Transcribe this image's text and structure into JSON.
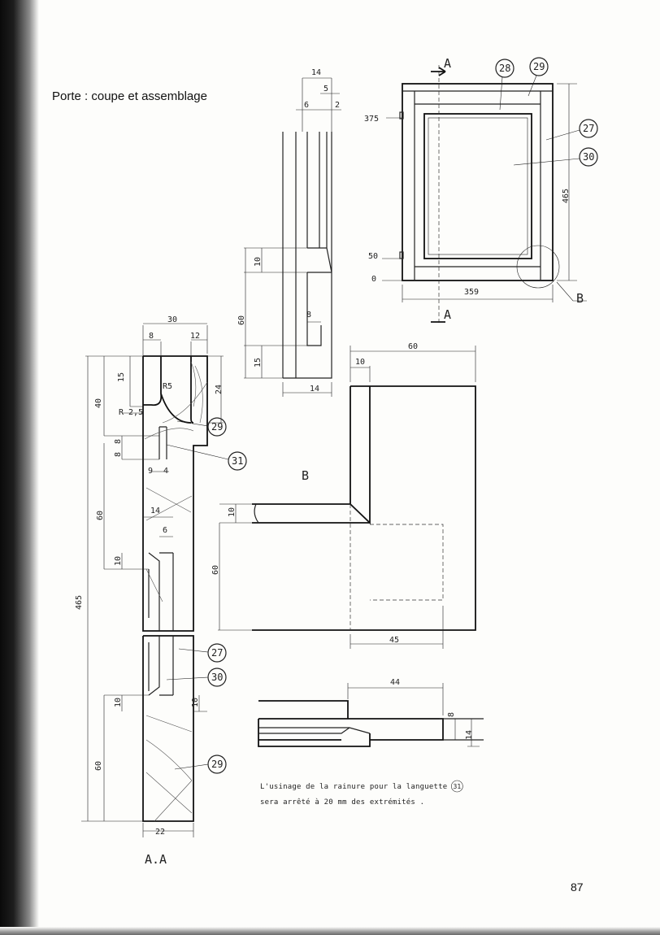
{
  "page": {
    "title": "Porte : coupe et assemblage",
    "page_number": "87"
  },
  "profile_view": {
    "dims": [
      "14",
      "5",
      "6",
      "2",
      "10",
      "60",
      "8",
      "15",
      "14"
    ]
  },
  "front_view": {
    "dims": [
      "375",
      "50",
      "0",
      "359",
      "465"
    ],
    "section_marks": [
      "A",
      "A"
    ],
    "detail_mark": "B",
    "callouts": [
      "28",
      "29",
      "27",
      "30"
    ]
  },
  "section_aa": {
    "label": "A.A",
    "dims": [
      "30",
      "8",
      "12",
      "15",
      "R5",
      "R 2,5",
      "24",
      "40",
      "8",
      "8",
      "9",
      "4",
      "14",
      "6",
      "60",
      "10",
      "465",
      "10",
      "10",
      "60",
      "22"
    ],
    "callouts": [
      "29",
      "31",
      "27",
      "30",
      "29"
    ]
  },
  "detail_b": {
    "label": "B",
    "dims": [
      "60",
      "10",
      "10",
      "60",
      "45"
    ]
  },
  "tongue_detail": {
    "dims": [
      "44",
      "8",
      "14"
    ],
    "note": [
      "L'usinage   de   la   rainure   pour   la   languette",
      "sera   arrêté   à   20 mm   des   extrémités ."
    ],
    "note_callout": "31"
  }
}
